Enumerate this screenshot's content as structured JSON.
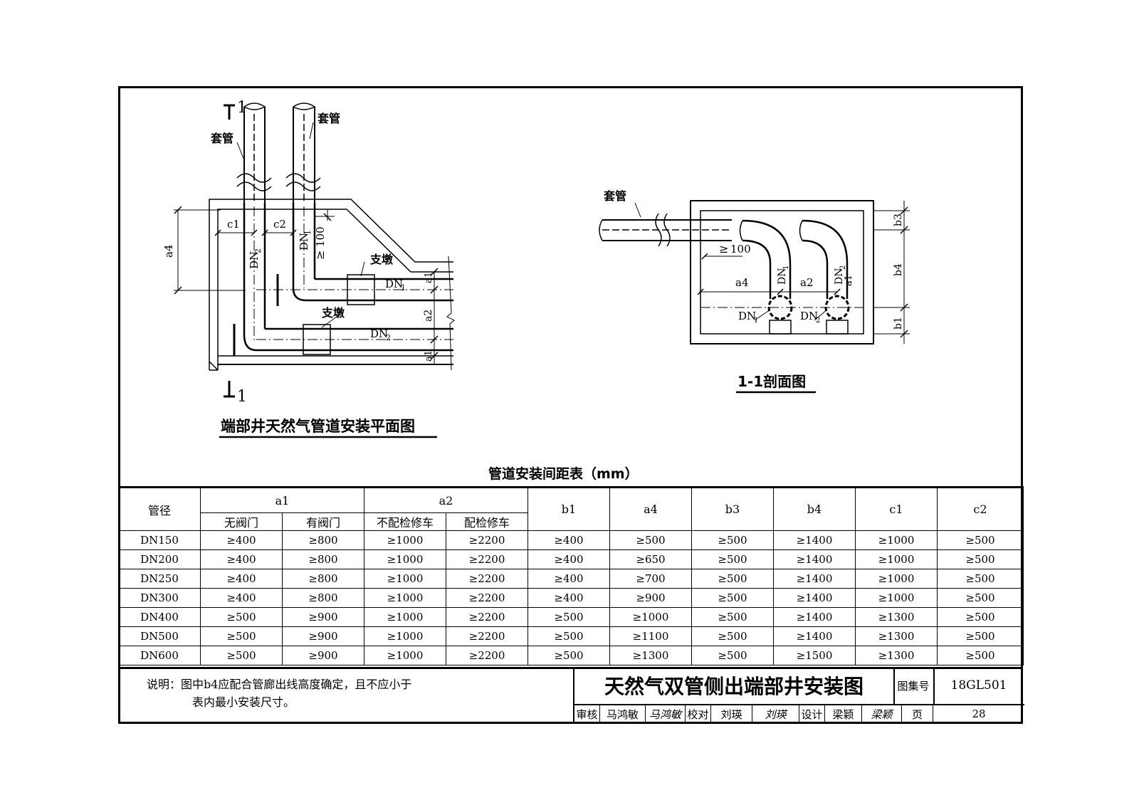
{
  "plan": {
    "title": "端部井天然气管道安装平面图",
    "section_mark": "1",
    "labels": {
      "sleeve_left": "套管",
      "sleeve_right": "套管",
      "support_top": "支墩",
      "support_bottom": "支墩",
      "dn1_vertical": "DN",
      "dn1_sub": "1",
      "dn2_vertical": "DN",
      "dn2_sub": "2",
      "dn1_horizontal": "DN",
      "dn2_horizontal": "DN",
      "dim_a4": "a4",
      "dim_c1": "c1",
      "dim_c2": "c2",
      "dim_100": "100",
      "ge": "≥",
      "dim_a1_top": "a1",
      "dim_a2": "a2",
      "dim_a1_bottom": "a1"
    }
  },
  "section": {
    "title": "1-1剖面图",
    "labels": {
      "sleeve": "套管",
      "ge100": "100",
      "ge": "≥",
      "a4": "a4",
      "a2": "a2",
      "a1": "a1",
      "dn1": "DN",
      "dn2": "DN",
      "sub1": "1",
      "sub2": "2",
      "b3": "b3",
      "b4": "b4",
      "b1": "b1"
    }
  },
  "table": {
    "title": "管道安装间距表（mm）",
    "headers": {
      "diameter": "管径",
      "a1": "a1",
      "a2": "a2",
      "b1": "b1",
      "a4": "a4",
      "b3": "b3",
      "b4": "b4",
      "c1": "c1",
      "c2": "c2",
      "a1_no_valve": "无阀门",
      "a1_with_valve": "有阀门",
      "a2_no_cart": "不配检修车",
      "a2_with_cart": "配检修车"
    },
    "rows": [
      [
        "DN150",
        "≥400",
        "≥800",
        "≥1000",
        "≥2200",
        "≥400",
        "≥500",
        "≥500",
        "≥1400",
        "≥1000",
        "≥500"
      ],
      [
        "DN200",
        "≥400",
        "≥800",
        "≥1000",
        "≥2200",
        "≥400",
        "≥650",
        "≥500",
        "≥1400",
        "≥1000",
        "≥500"
      ],
      [
        "DN250",
        "≥400",
        "≥800",
        "≥1000",
        "≥2200",
        "≥400",
        "≥700",
        "≥500",
        "≥1400",
        "≥1000",
        "≥500"
      ],
      [
        "DN300",
        "≥400",
        "≥800",
        "≥1000",
        "≥2200",
        "≥400",
        "≥900",
        "≥500",
        "≥1400",
        "≥1000",
        "≥500"
      ],
      [
        "DN400",
        "≥500",
        "≥900",
        "≥1000",
        "≥2200",
        "≥500",
        "≥1000",
        "≥500",
        "≥1400",
        "≥1300",
        "≥500"
      ],
      [
        "DN500",
        "≥500",
        "≥900",
        "≥1000",
        "≥2200",
        "≥500",
        "≥1100",
        "≥500",
        "≥1400",
        "≥1300",
        "≥500"
      ],
      [
        "DN600",
        "≥500",
        "≥900",
        "≥1000",
        "≥2200",
        "≥500",
        "≥1300",
        "≥500",
        "≥1500",
        "≥1300",
        "≥500"
      ]
    ]
  },
  "note": {
    "line1": "说明：图中b4应配合管廊出线高度确定，且不应小于",
    "line2": "表内最小安装尺寸。"
  },
  "title_block": {
    "drawing_title": "天然气双管侧出端部井安装图",
    "atlas_label": "图集号",
    "atlas_no": "18GL501",
    "review_label": "审核",
    "reviewer": "马鸿敏",
    "reviewer_sig": "马鸿敏",
    "check_label": "校对",
    "checker": "刘瑛",
    "checker_sig": "刘瑛",
    "design_label": "设计",
    "designer": "梁颖",
    "designer_sig": "梁颖",
    "page_label": "页",
    "page_no": "28"
  }
}
